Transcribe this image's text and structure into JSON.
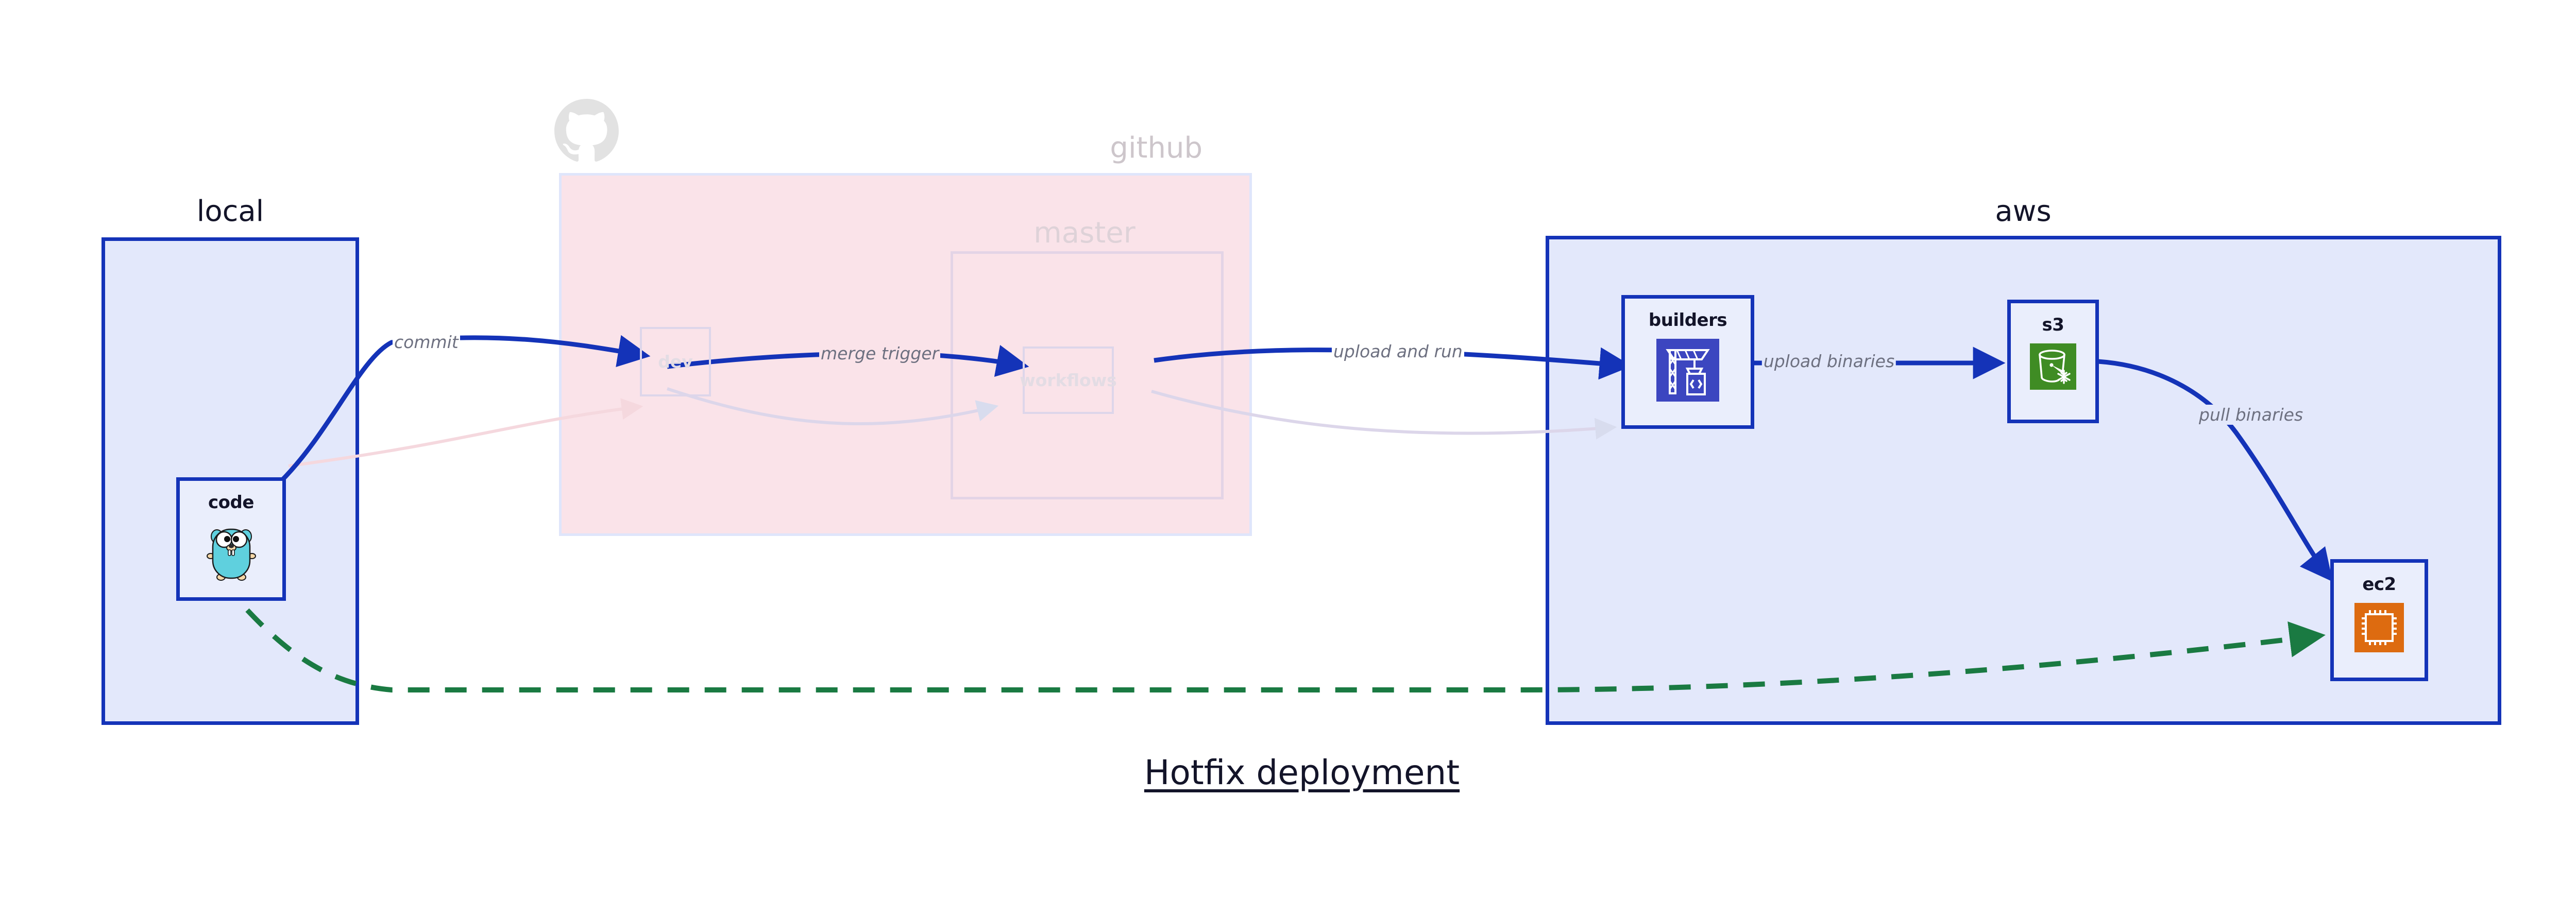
{
  "figure": {
    "title": "Hotfix deployment"
  },
  "clusters": [
    {
      "id": "local",
      "label": "local"
    },
    {
      "id": "github",
      "label": "github"
    },
    {
      "id": "master",
      "label": "master"
    },
    {
      "id": "aws",
      "label": "aws"
    }
  ],
  "nodes": [
    {
      "id": "code",
      "label": "code",
      "icon": "go-gopher-icon",
      "state": "active"
    },
    {
      "id": "dev",
      "label": "dev",
      "icon": "none",
      "state": "faded"
    },
    {
      "id": "workflows",
      "label": "workflows",
      "icon": "none",
      "state": "faded"
    },
    {
      "id": "builders",
      "label": "builders",
      "icon": "aws-codebuild-icon",
      "state": "active"
    },
    {
      "id": "s3",
      "label": "s3",
      "icon": "aws-s3-glacier-icon",
      "state": "active"
    },
    {
      "id": "ec2",
      "label": "ec2",
      "icon": "aws-ec2-icon",
      "state": "active"
    }
  ],
  "edges": [
    {
      "id": "commit",
      "label": "commit",
      "from": "code",
      "to": "dev",
      "style": "solid-blue"
    },
    {
      "id": "merge-trigger",
      "label": "merge trigger",
      "from": "dev",
      "to": "workflows",
      "style": "solid-blue"
    },
    {
      "id": "upload-and-run",
      "label": "upload and run",
      "from": "workflows",
      "to": "builders",
      "style": "solid-blue"
    },
    {
      "id": "upload-binaries",
      "label": "upload binaries",
      "from": "builders",
      "to": "s3",
      "style": "solid-blue"
    },
    {
      "id": "pull-binaries",
      "label": "pull binaries",
      "from": "s3",
      "to": "ec2",
      "style": "solid-blue"
    },
    {
      "id": "hotfix-direct",
      "label": "",
      "from": "code",
      "to": "ec2",
      "style": "dashed-green"
    }
  ],
  "colors": {
    "cluster_blue_fill": "#e3e8fb",
    "cluster_blue_border": "#1433b8",
    "cluster_pink_fill": "#fae3e9",
    "node_fill": "#eaeefc",
    "edge_blue": "#1433b8",
    "edge_green": "#1a7a42",
    "label_gray": "#6d7080",
    "title_navy": "#131429",
    "icon_ec2_orange": "#dd6b10",
    "icon_s3_green": "#3f8c24",
    "icon_builders_blue": "#3c46c0",
    "icon_gopher_cyan": "#5fd0de"
  }
}
